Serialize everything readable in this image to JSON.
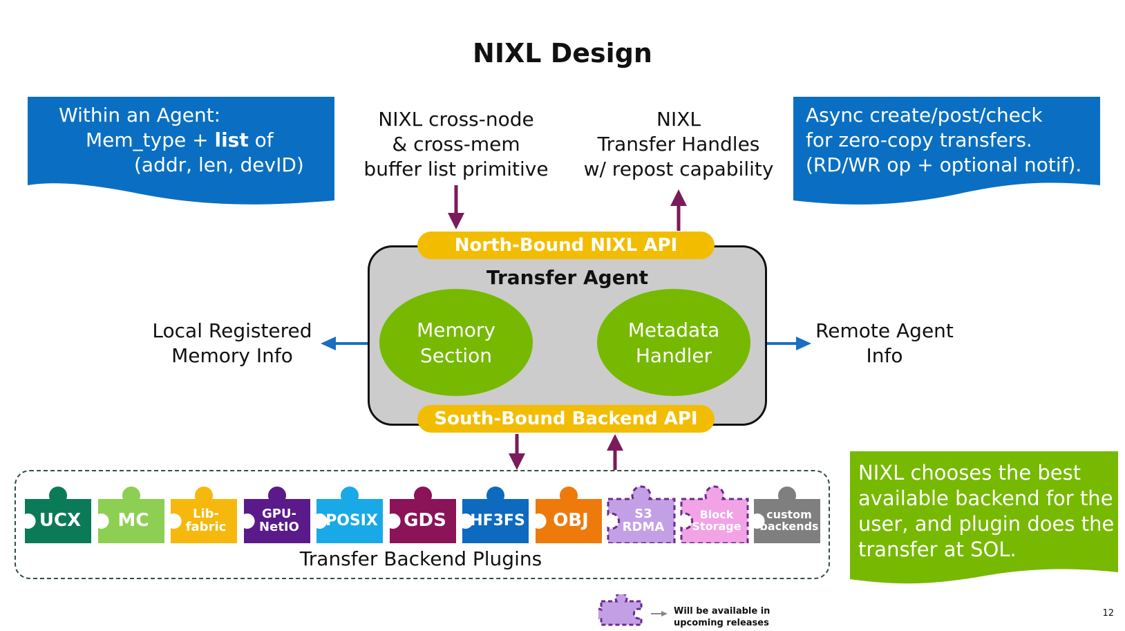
{
  "title": "NIXL Design",
  "callouts": {
    "left": {
      "line1": "Within an Agent:",
      "line2a": "Mem_type + ",
      "line2b": "list",
      "line2c": " of",
      "line3": "(addr, len, devID)"
    },
    "right": "Async create/post/check\nfor zero-copy transfers.\n(RD/WR op + optional notif).",
    "bottom_right": "NIXL chooses the best\navailable backend for the\nuser, and plugin does the\ntransfer at SOL."
  },
  "labels": {
    "buffer_list": "NIXL cross-node\n& cross-mem\nbuffer list primitive",
    "transfer_handles": "NIXL\nTransfer Handles\nw/ repost capability",
    "local_memory": "Local Registered\nMemory Info",
    "remote_agent": "Remote Agent\nInfo",
    "plugins_caption": "Transfer Backend Plugins"
  },
  "agent": {
    "north_api": "North-Bound NIXL API",
    "south_api": "South-Bound Backend API",
    "title": "Transfer Agent",
    "memory_section": "Memory\nSection",
    "metadata_handler": "Metadata\nHandler"
  },
  "plugins": [
    {
      "label": "UCX",
      "color": "#0b7a57",
      "future": false
    },
    {
      "label": "MC",
      "color": "#8ccf52",
      "future": false
    },
    {
      "label": "Lib-\nfabric",
      "color": "#f6b80c",
      "future": false
    },
    {
      "label": "GPU-\nNetIO",
      "color": "#5a1a8a",
      "future": false
    },
    {
      "label": "POSIX",
      "color": "#19a9e6",
      "future": false
    },
    {
      "label": "GDS",
      "color": "#8b1358",
      "future": false
    },
    {
      "label": "HF3FS",
      "color": "#0d6abf",
      "future": false
    },
    {
      "label": "OBJ",
      "color": "#ee7a0c",
      "future": false
    },
    {
      "label": "S3\nRDMA",
      "color": "#c3a0e6",
      "future": true
    },
    {
      "label": "Block\nStorage",
      "color": "#f2a3e6",
      "future": true
    },
    {
      "label": "custom\nbackends",
      "color": "#7f7f7f",
      "future": false
    }
  ],
  "legend": "Will be available in\nupcoming releases",
  "page_number": "12",
  "colors": {
    "blue_callout": "#0a6fc2",
    "green_callout": "#76b900",
    "api_yellow": "#f2bd00",
    "arrow_purple": "#7a1b5a",
    "arrow_blue": "#1a6fbf"
  }
}
